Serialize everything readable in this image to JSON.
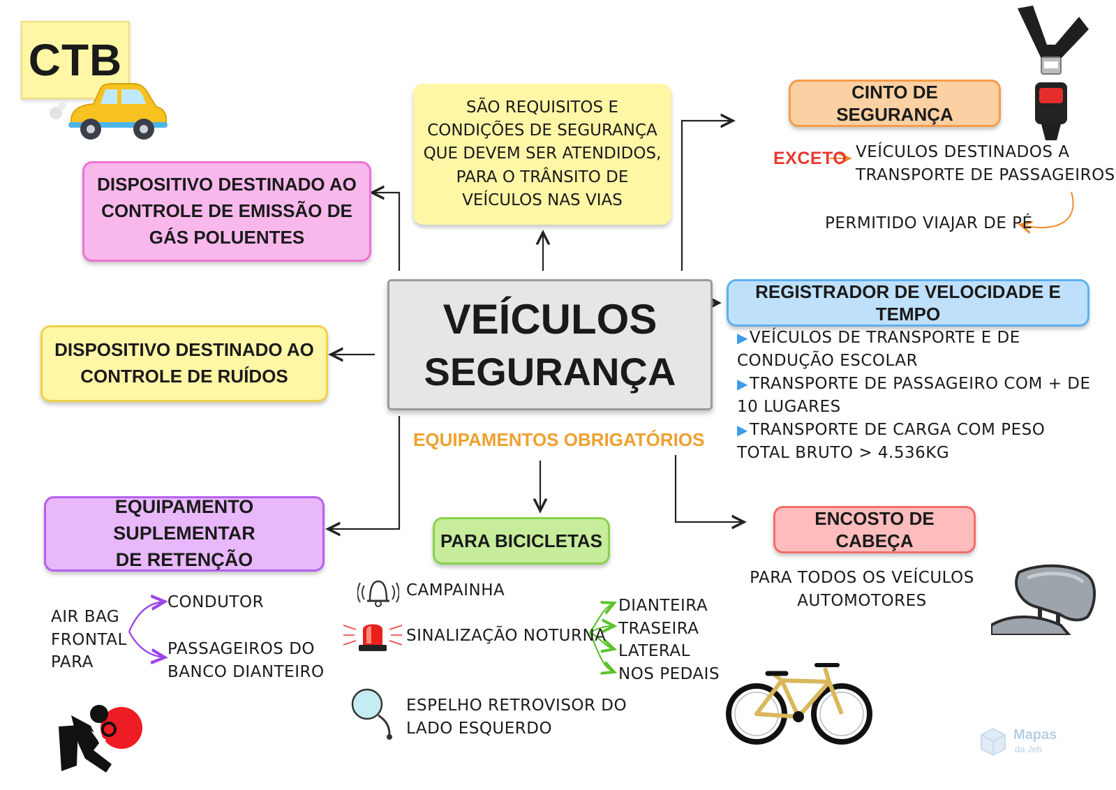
{
  "badge": {
    "label": "CTB"
  },
  "center": {
    "title_line1": "VEÍCULOS",
    "title_line2": "SEGURANÇA"
  },
  "definition": {
    "text": "SÃO REQUISITOS E\nCONDIÇÕES DE SEGURANÇA\nQUE DEVEM SER ATENDIDOS,\nPARA O TRÂNSITO DE\nVEÍCULOS NAS VIAS"
  },
  "emission": {
    "text": "DISPOSITIVO DESTINADO AO\nCONTROLE DE EMISSÃO DE\nGÁS POLUENTES"
  },
  "noise": {
    "text": "DISPOSITIVO DESTINADO AO\nCONTROLE DE RUÍDOS"
  },
  "seatbelt": {
    "title": "CINTO DE SEGURANÇA",
    "except_label": "EXCETO",
    "except_text": "VEÍCULOS DESTINADOS A\nTRANSPORTE DE PASSAGEIROS",
    "allowed": "PERMITIDO VIAJAR DE PÉ"
  },
  "recorder": {
    "title": "REGISTRADOR DE VELOCIDADE E TEMPO",
    "items": [
      {
        "line1": "VEÍCULOS DE TRANSPORTE E DE",
        "line2": "CONDUÇÃO ESCOLAR"
      },
      {
        "line1": "TRANSPORTE DE PASSAGEIRO COM + DE",
        "line2": "10 LUGARES"
      },
      {
        "line1": "TRANSPORTE DE CARGA COM PESO",
        "line2": "TOTAL BRUTO > 4.536KG"
      }
    ]
  },
  "mandatory": {
    "label": "EQUIPAMENTOS OBRIGATÓRIOS"
  },
  "retention": {
    "title": "EQUIPAMENTO SUPLEMENTAR\nDE RETENÇÃO",
    "airbag": "AIR BAG\nFRONTAL\nPARA",
    "driver": "CONDUTOR",
    "passengers": "PASSAGEIROS DO\nBANCO DIANTEIRO"
  },
  "bicycles": {
    "title": "PARA BICICLETAS",
    "bell": "CAMPAINHA",
    "night_signal": "SINALIZAÇÃO NOTURNA",
    "signal_positions": [
      "DIANTEIRA",
      "TRASEIRA",
      "LATERAL",
      "NOS PEDAIS"
    ],
    "mirror": "ESPELHO RETROVISOR DO\nLADO ESQUERDO"
  },
  "headrest": {
    "title": "ENCOSTO DE CABEÇA",
    "text": "PARA TODOS OS VEÍCULOS\nAUTOMOTORES"
  },
  "watermark": {
    "brand": "Mapas",
    "sub": "da Jeh"
  },
  "icons": {
    "car": "car-icon",
    "seatbelt": "seatbelt-icon",
    "bell": "bell-icon",
    "siren": "siren-icon",
    "mirror": "mirror-icon",
    "bicycle": "bicycle-icon",
    "headrest": "headrest-icon",
    "airbag": "airbag-icon"
  },
  "colors": {
    "pink": "#f9b8ec",
    "yellow": "#fff6a6",
    "orange": "#fbd0a3",
    "blue": "#bfe0fb",
    "purple": "#e8b8fb",
    "green": "#c6ec9c",
    "red": "#ffbcbc",
    "gray": "#e6e6e6",
    "accent_orange": "#eea02f",
    "accent_red": "#e8382e",
    "accent_purple": "#9b45e8"
  }
}
